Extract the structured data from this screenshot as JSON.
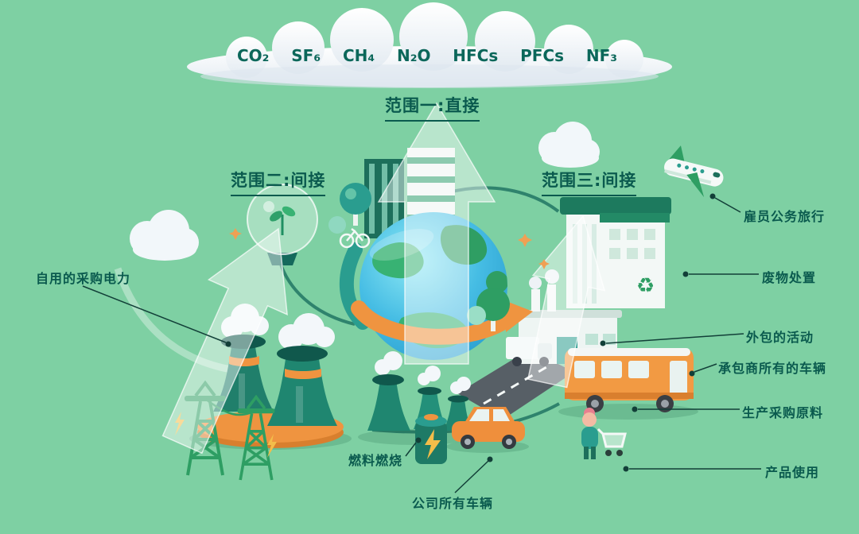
{
  "gases": [
    "CO₂",
    "SF₆",
    "CH₄",
    "N₂O",
    "HFCs",
    "PFCs",
    "NF₃"
  ],
  "scopes": [
    {
      "label": "范围一:直接"
    },
    {
      "label": "范围二:间接"
    },
    {
      "label": "范围三:间接"
    }
  ],
  "labels": {
    "purchased_electricity": "自用的采购电力",
    "fuel_combustion": "燃料燃烧",
    "company_vehicles": "公司所有车辆",
    "employee_travel": "雇员公务旅行",
    "waste_disposal": "废物处置",
    "outsourced_activities": "外包的活动",
    "contractor_vehicles": "承包商所有的车辆",
    "production_materials": "生产采购原料",
    "product_use": "产品使用"
  },
  "icons": {
    "recycle": "♻"
  },
  "colors": {
    "background": "#7ed0a3",
    "text_teal": "#0a5a4e",
    "accent_orange": "#ef9440",
    "teal_dark": "#1f8670",
    "green": "#2e9e63",
    "cloud_white": "#f4f8fb",
    "ocean_blue": "#3fb9e2",
    "yellow": "#f3bd4a"
  }
}
